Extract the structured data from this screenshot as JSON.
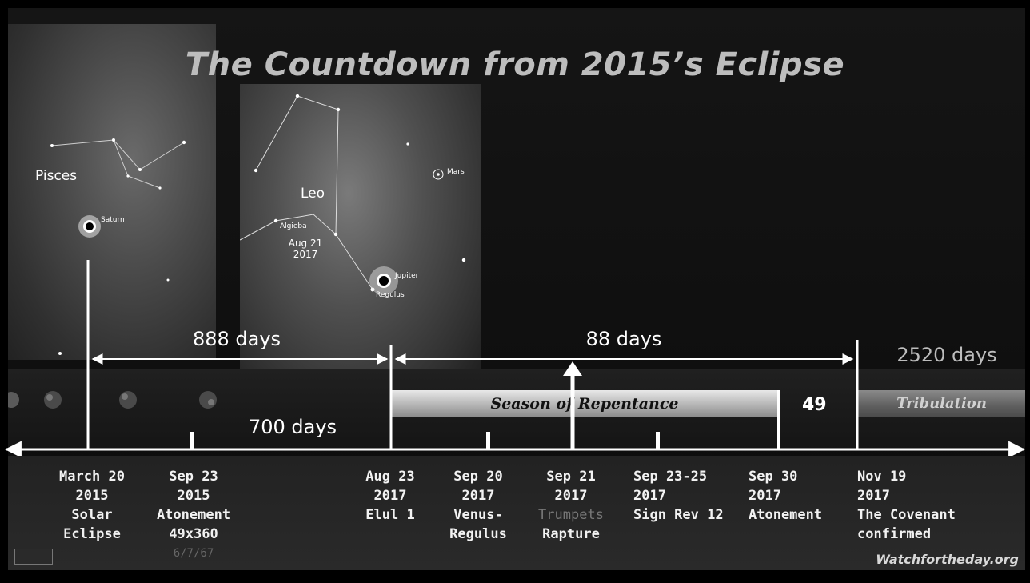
{
  "title": "The Countdown from 2015’s Eclipse",
  "constellations": {
    "pisces": {
      "name": "Pisces",
      "star": "Saturn"
    },
    "leo": {
      "name": "Leo",
      "date_line1": "Aug 21",
      "date_line2": "2017",
      "stars": {
        "algieba": "Algieba",
        "regulus": "Regulus",
        "mars": "Mars",
        "sun": "Jupiter"
      }
    }
  },
  "spans": {
    "d888": "888 days",
    "d88": "88 days",
    "d2520": "2520 days",
    "d700": "700 days"
  },
  "bars": {
    "season": "Season of Repentance",
    "tribulation": "Tribulation",
    "forty_nine": "49"
  },
  "dates": [
    {
      "l1": "March 20",
      "l2": "2015",
      "l3": "Solar",
      "l4": "Eclipse"
    },
    {
      "l1": "Sep 23",
      "l2": "2015",
      "l3": "Atonement",
      "l4": "49x360",
      "l5": "6/7/67"
    },
    {
      "l1": "Aug 23",
      "l2": "2017",
      "l3": "Elul 1"
    },
    {
      "l1": "Sep 20",
      "l2": "2017",
      "l3": "Venus-",
      "l4": "Regulus"
    },
    {
      "l1": "Sep 21",
      "l2": "2017",
      "l3": "Trumpets",
      "l4": "Rapture"
    },
    {
      "l1": "Sep 23-25",
      "l2": "2017",
      "l3": "Sign Rev 12"
    },
    {
      "l1": "Sep 30",
      "l2": "2017",
      "l3": "Atonement"
    },
    {
      "l1": "Nov 19",
      "l2": "2017",
      "l3": "The Covenant",
      "l4": "confirmed"
    }
  ],
  "credit": "Watchfortheday.org",
  "colors": {
    "background": "#000000",
    "text": "#ffffff",
    "muted": "#777777"
  }
}
